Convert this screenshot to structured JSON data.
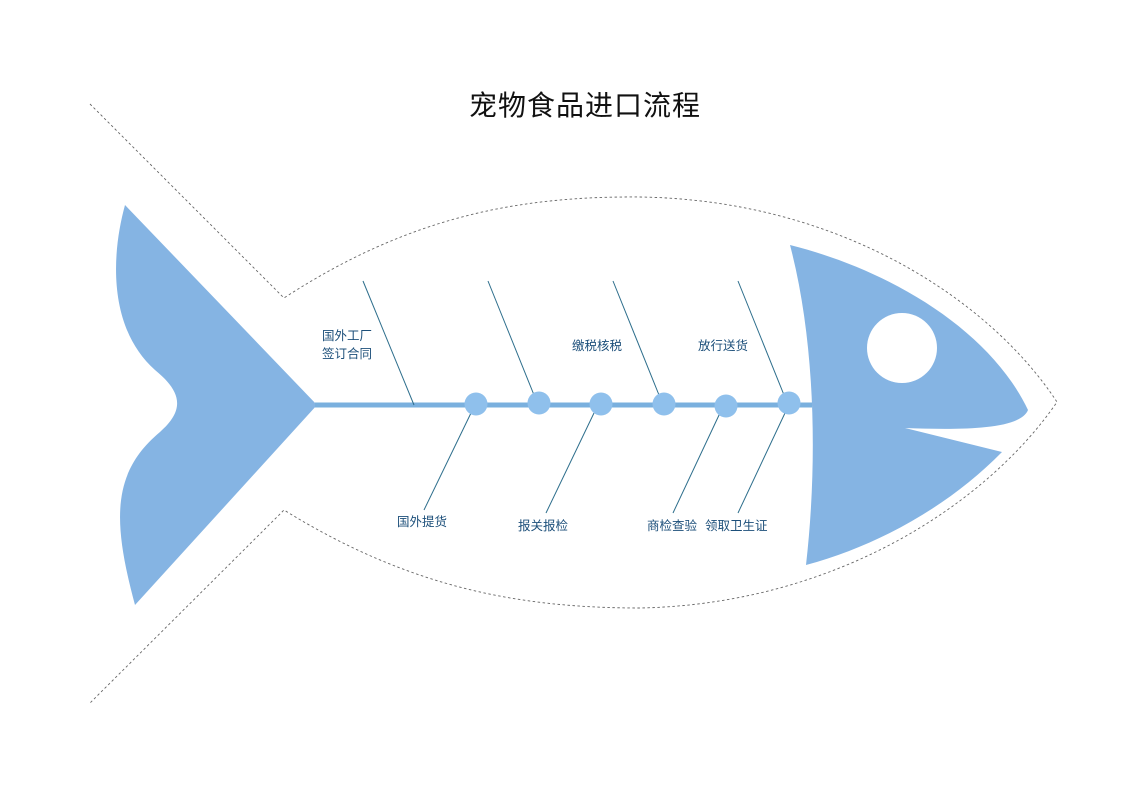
{
  "title": "宠物食品进口流程",
  "colors": {
    "fish_fill": "#85b4e3",
    "node_fill": "#8fc0ec",
    "spine": "#7ab0de",
    "bone_line": "#2d6e8c",
    "outline": "#666666",
    "label_text": "#1c4f7a"
  },
  "steps_top": [
    {
      "line1": "国外工厂",
      "line2": "签订合同"
    },
    {
      "line1": "",
      "line2": ""
    },
    {
      "line1": "缴税核税",
      "line2": ""
    },
    {
      "line1": "放行送货",
      "line2": ""
    }
  ],
  "steps_bottom": [
    {
      "label": "国外提货"
    },
    {
      "label": "报关报检"
    },
    {
      "label": "商检查验"
    },
    {
      "label": "领取卫生证"
    }
  ]
}
